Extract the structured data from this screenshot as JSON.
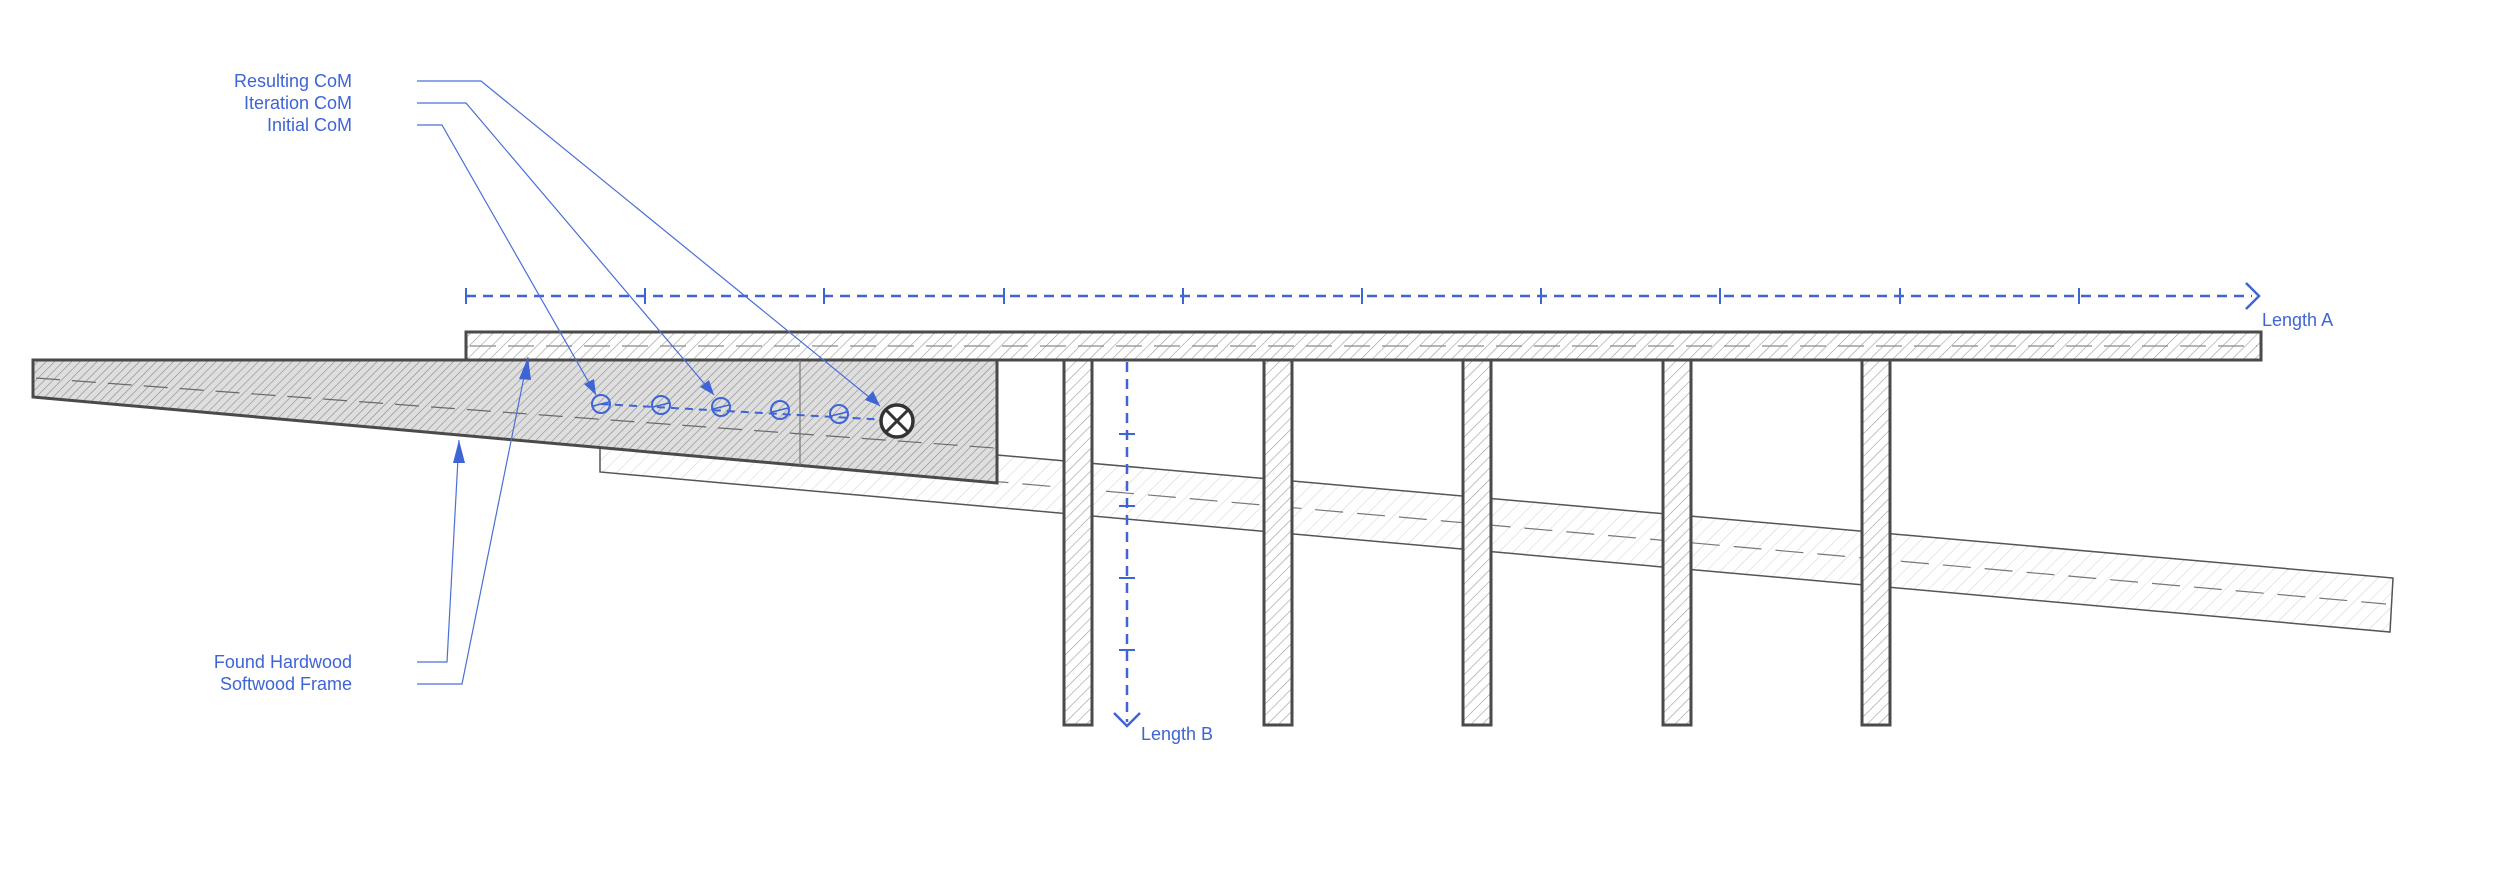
{
  "colors": {
    "annotation": "#3e64d6",
    "outline": "#4a4a4a",
    "hardwood_fill": "#dcdcdc",
    "frame_fill": "#f4f4f4"
  },
  "labels": {
    "resulting_com": "Resulting CoM",
    "iteration_com": "Iteration CoM",
    "initial_com": "Initial CoM",
    "found_hardwood": "Found Hardwood",
    "softwood_frame": "Softwood Frame",
    "length_a": "Length A",
    "length_b": "Length B"
  },
  "icons": {
    "com_marker": "crossed-circle-icon",
    "arrow": "arrowhead-icon"
  }
}
